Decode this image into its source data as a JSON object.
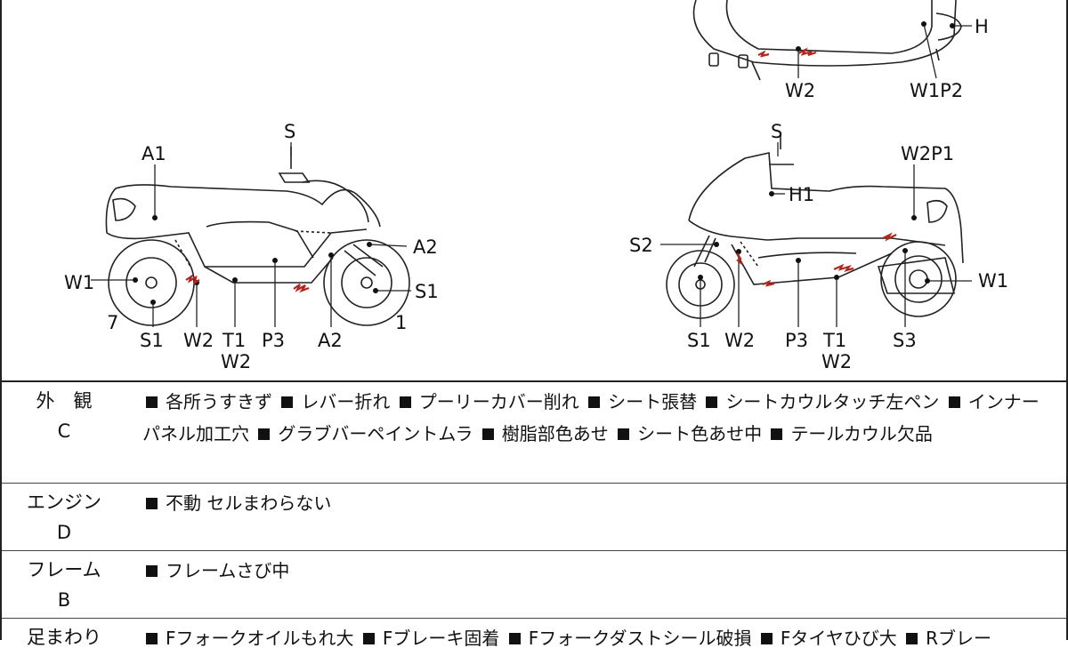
{
  "diagram_labels": {
    "top": [
      "H",
      "W2",
      "W1P2"
    ],
    "left": [
      "S",
      "A1",
      "A2",
      "W1",
      "S1",
      "7",
      "1",
      "S1",
      "W2",
      "T1",
      "W2",
      "P3",
      "A2"
    ],
    "right": [
      "S",
      "W2P1",
      "H1",
      "S2",
      "W1",
      "S1",
      "W2",
      "P3",
      "T1",
      "W2",
      "S3"
    ]
  },
  "sections": [
    {
      "category": "外　観",
      "grade": "C",
      "items": [
        "各所うすきず",
        "レバー折れ",
        "プーリーカバー削れ",
        "シート張替",
        "シートカウルタッチ左ペン",
        "インナーパネル加工穴",
        "グラブバーペイントムラ",
        "樹脂部色あせ",
        "シート色あせ中",
        "テールカウル欠品"
      ]
    },
    {
      "category": "エンジン",
      "grade": "D",
      "items": [
        "不動 セルまわらない"
      ]
    },
    {
      "category": "フレーム",
      "grade": "B",
      "items": [
        "フレームさび中"
      ]
    },
    {
      "category": "足まわり",
      "grade": "",
      "items": [
        "Fフォークオイルもれ大",
        "Fブレーキ固着",
        "Fフォークダストシール破損",
        "Fタイヤひび大",
        "Rブレー"
      ]
    }
  ]
}
